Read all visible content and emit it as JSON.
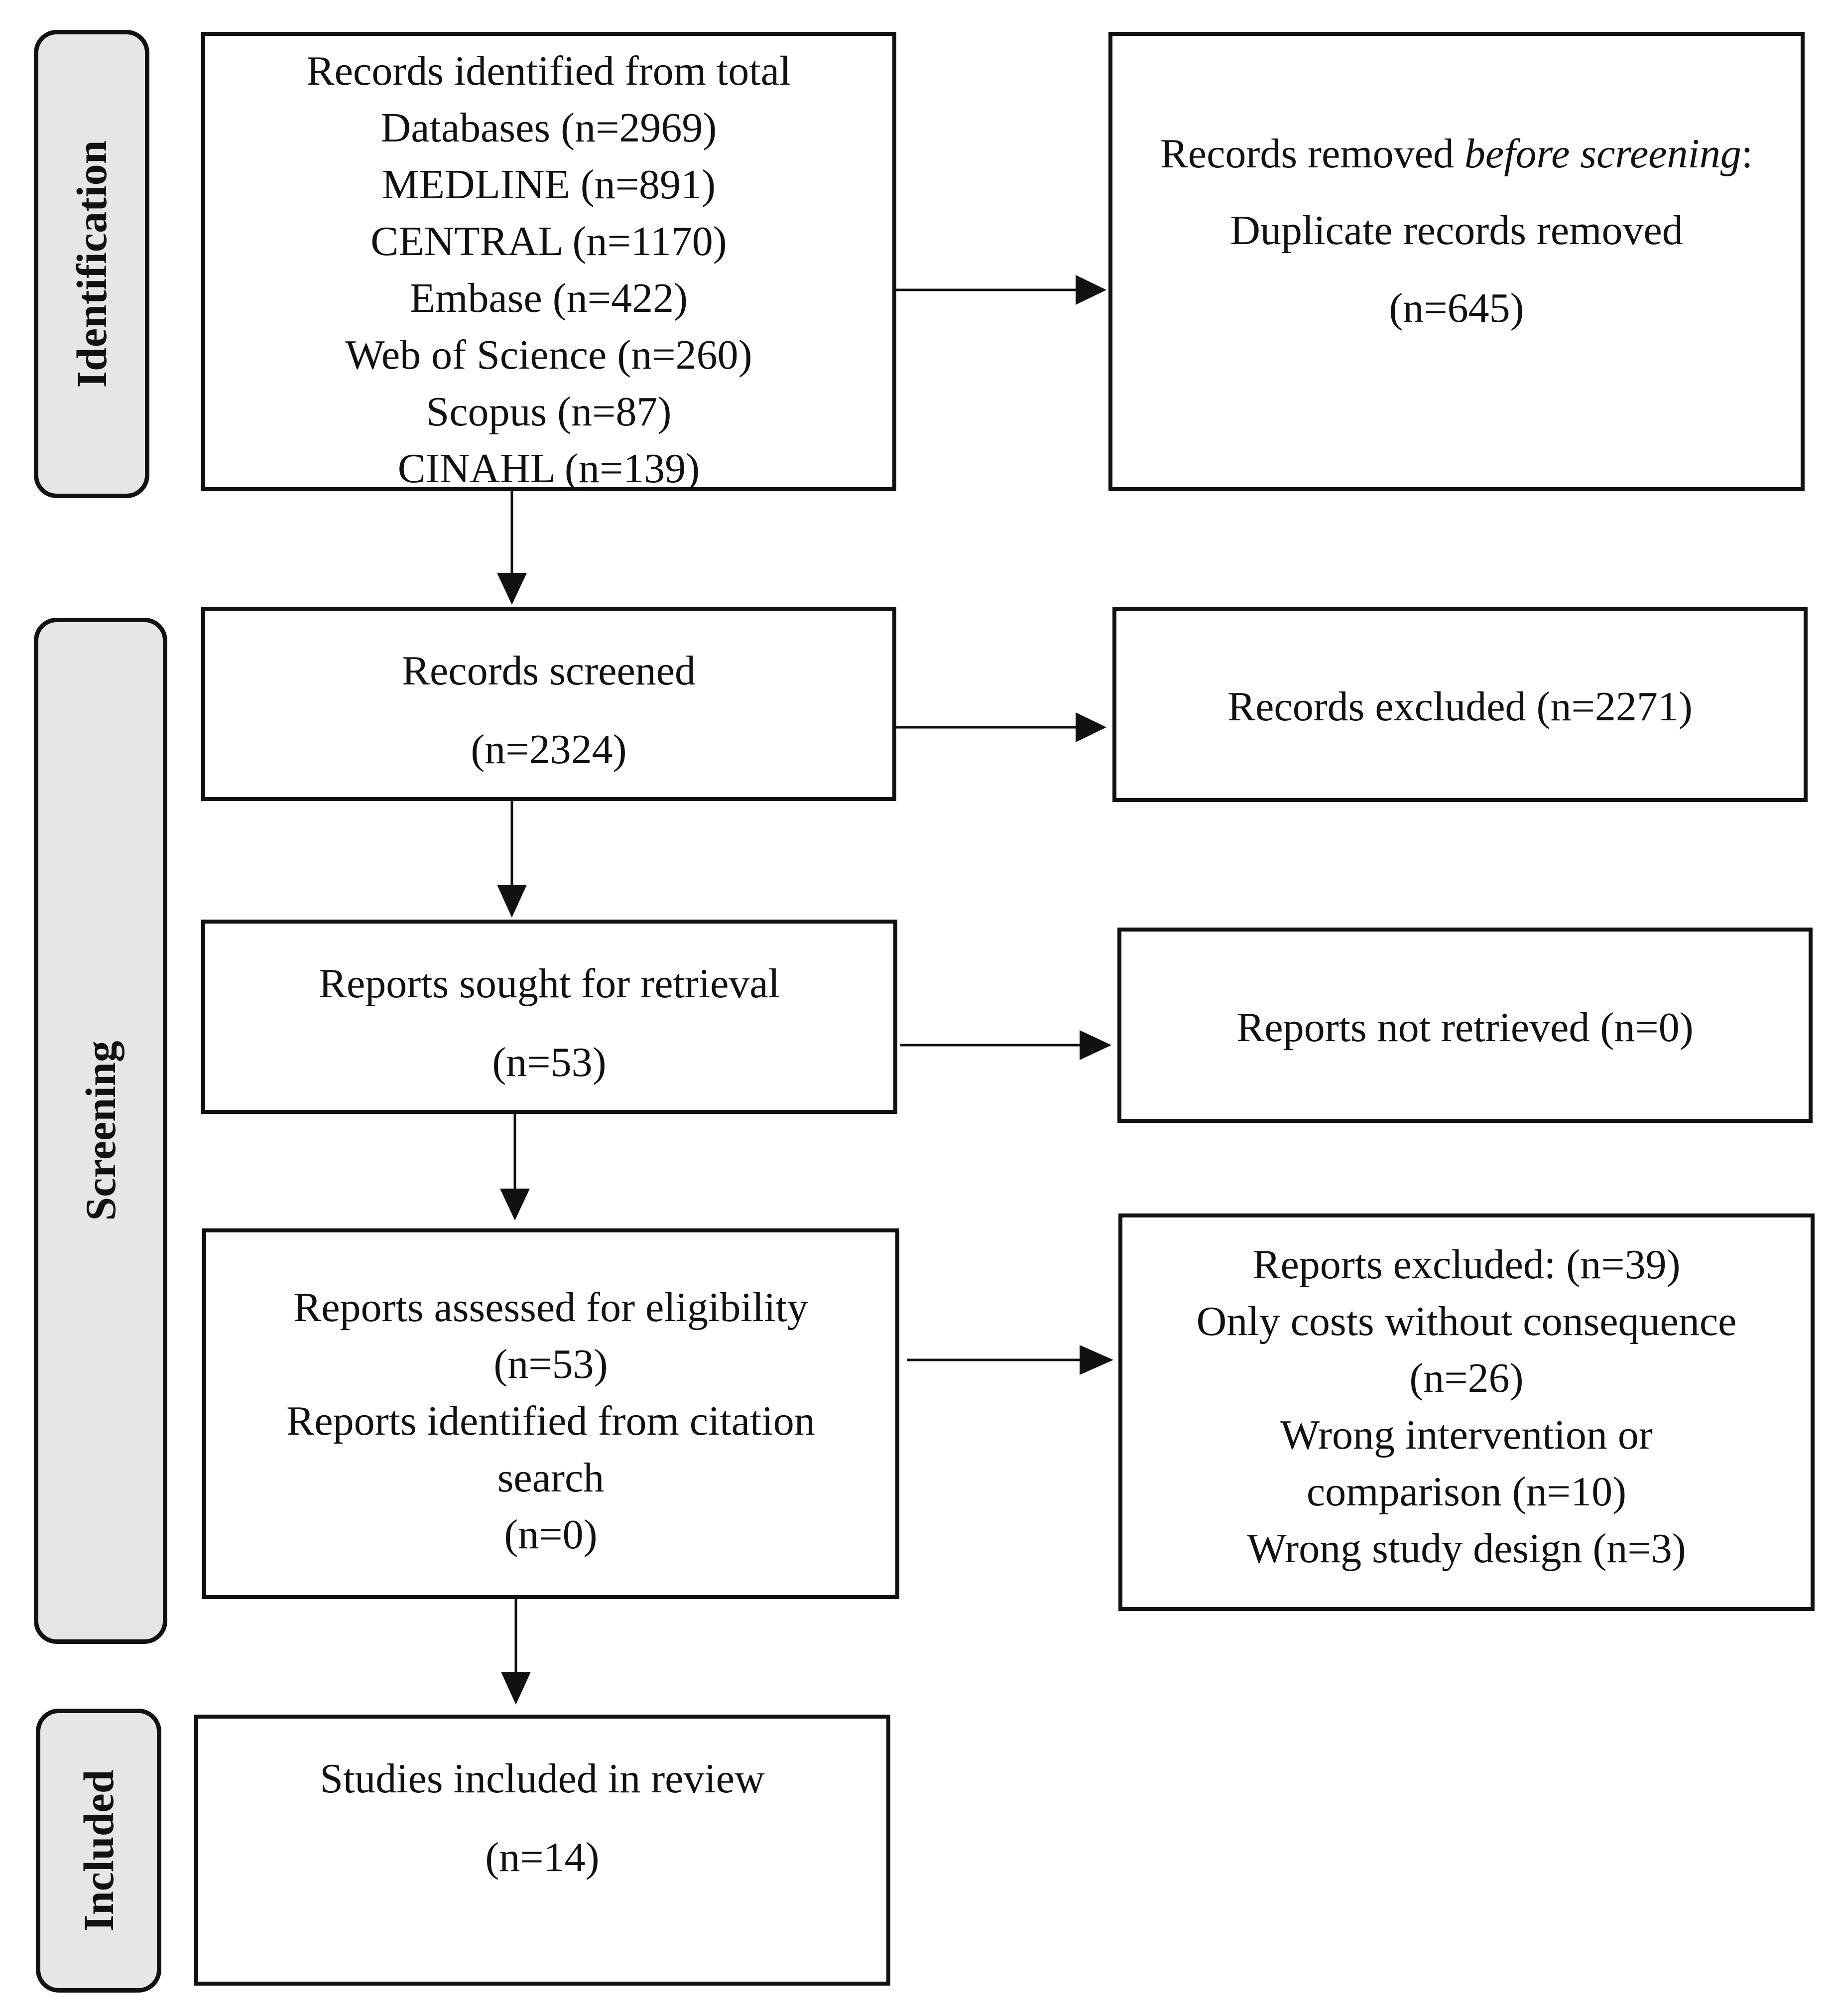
{
  "phases": {
    "identification": "Identification",
    "screening": "Screening",
    "included": "Included"
  },
  "boxes": {
    "identified": [
      "Records identified from total",
      "Databases (n=2969)",
      "MEDLINE (n=891)",
      "CENTRAL (n=1170)",
      "Embase (n=422)",
      "Web of Science (n=260)",
      "Scopus (n=87)",
      "CINAHL (n=139)"
    ],
    "removed": {
      "prefix": "Records removed ",
      "italic": "before screening",
      "suffix": ":",
      "lines": [
        "Duplicate records removed",
        "(n=645)"
      ]
    },
    "screened": [
      "Records screened",
      "(n=2324)"
    ],
    "excluded": [
      "Records excluded (n=2271)"
    ],
    "sought": [
      "Reports sought for retrieval",
      "(n=53)"
    ],
    "not_retrieved": [
      "Reports not retrieved (n=0)"
    ],
    "assessed": [
      "Reports assessed for eligibility",
      "(n=53)",
      "Reports identified from citation",
      "search",
      "(n=0)"
    ],
    "reports_excluded": [
      "Reports excluded: (n=39)",
      "Only costs without consequence",
      "(n=26)",
      "Wrong intervention or",
      "comparison (n=10)",
      "Wrong study design (n=3)"
    ],
    "included": [
      "Studies included in review",
      "(n=14)"
    ]
  }
}
